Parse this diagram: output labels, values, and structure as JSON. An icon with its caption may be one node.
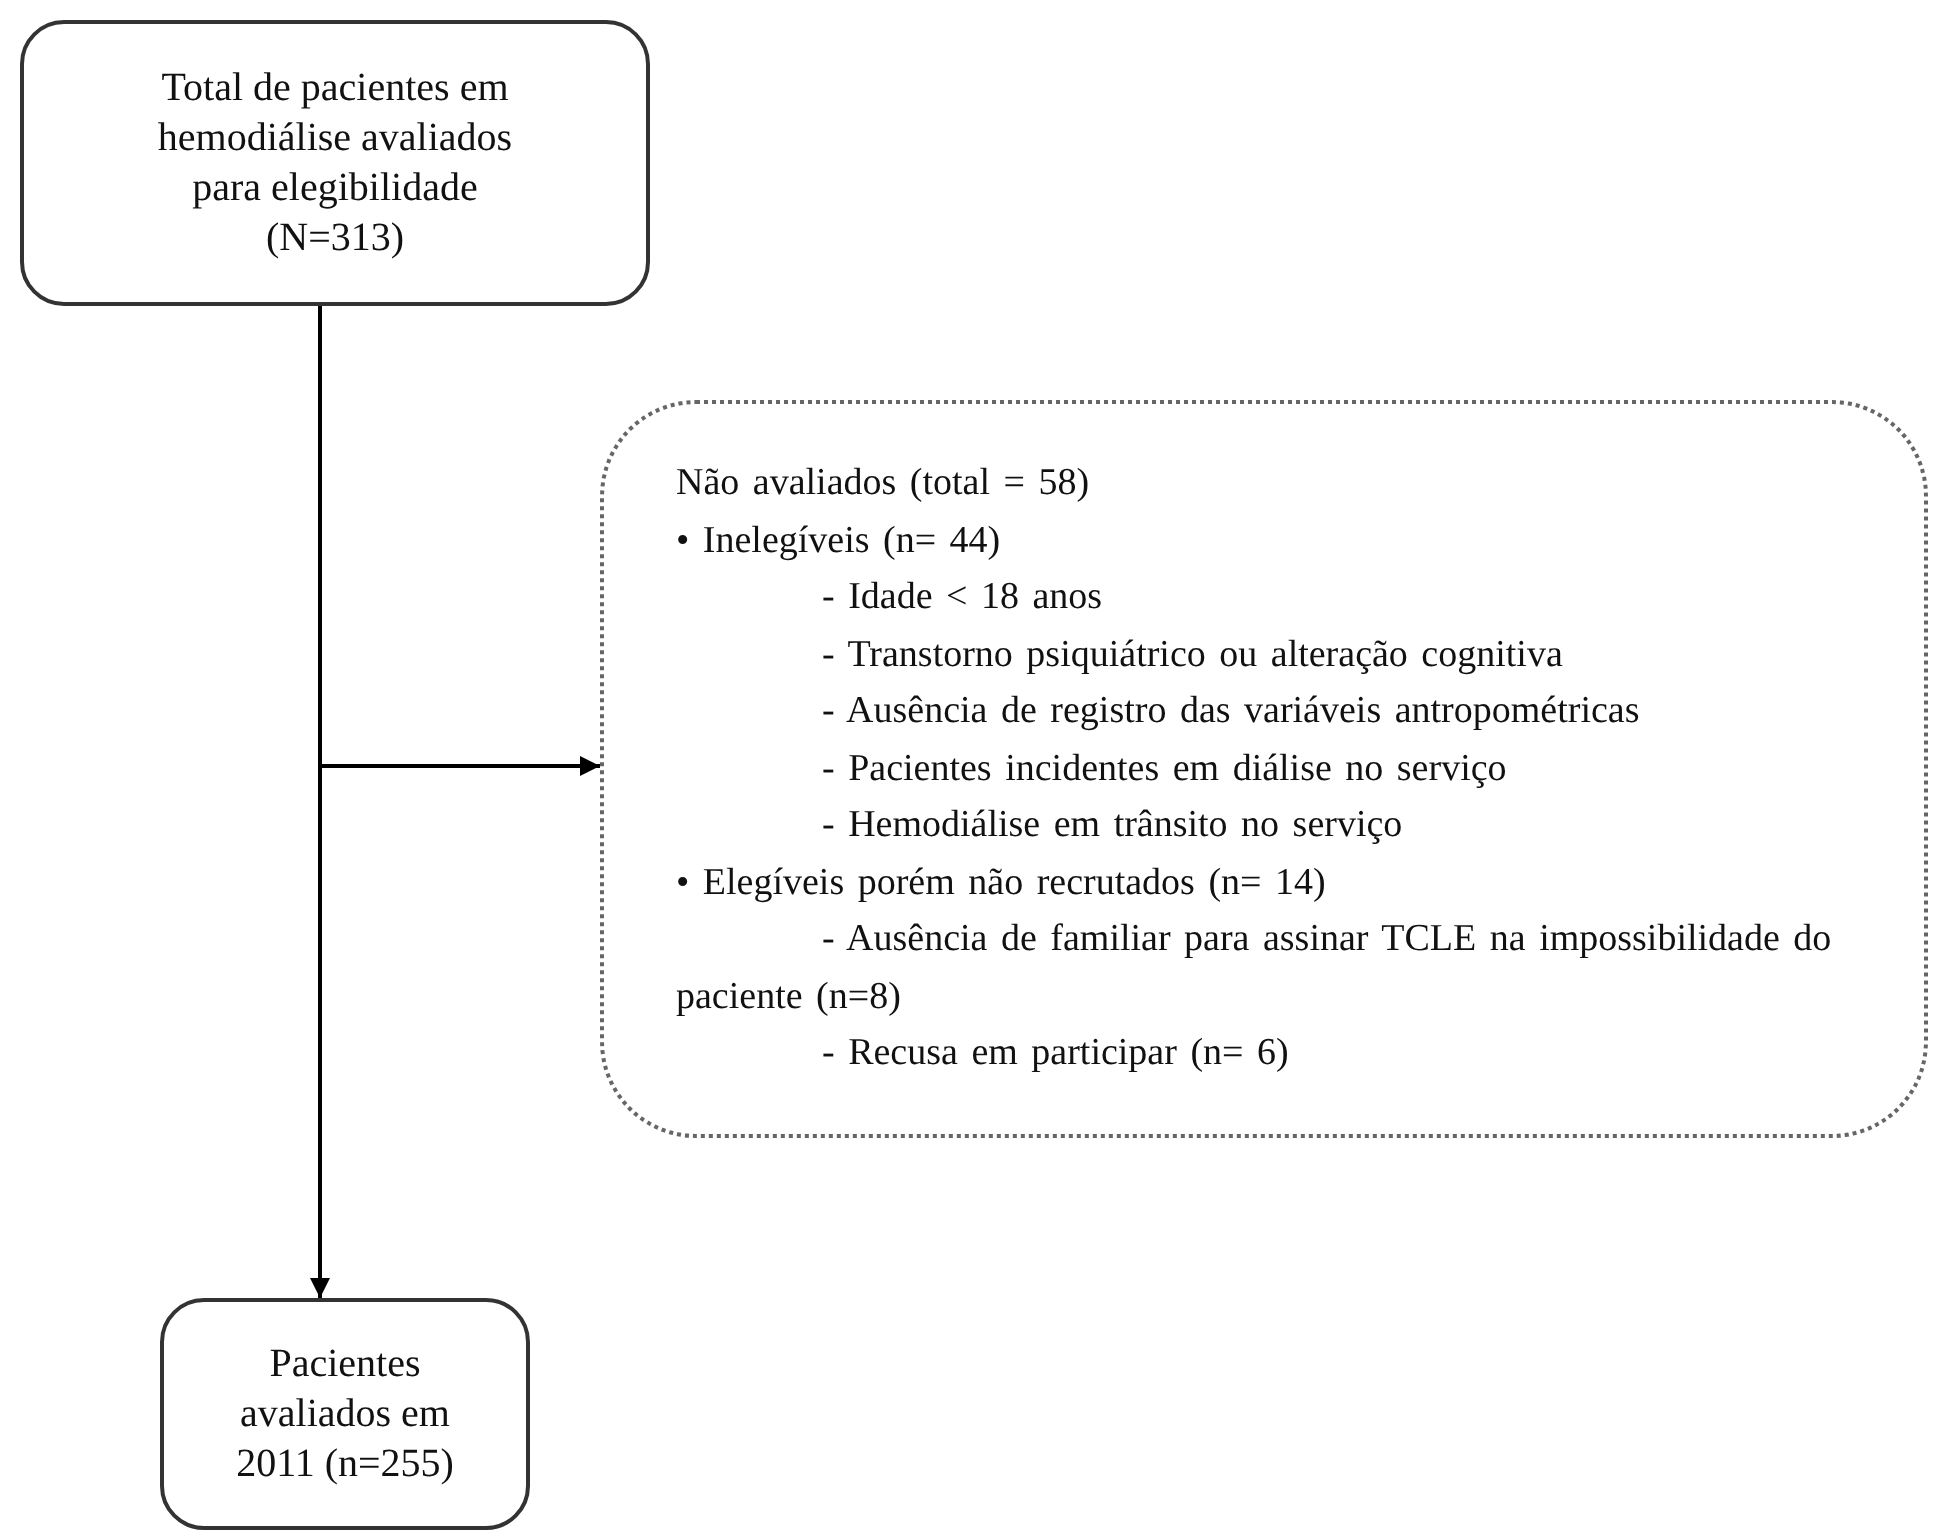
{
  "diagram": {
    "nodes": [
      {
        "text": [
          "Total de pacientes em hemodiálise avaliados para elegibilidade (N=313)"
        ]
      },
      {
        "text": [
          "Não avaliados (total = 58)",
          "• Inelegíveis (n= 44)",
          "- Idade < 18 anos",
          "- Transtorno psiquiátrico ou alteração cognitiva",
          "- Ausência de registro das variáveis antropométricas",
          "- Pacientes incidentes em diálise no serviço",
          "- Hemodiálise em trânsito no serviço",
          "• Elegíveis porém não recrutados (n= 14)",
          "- Ausência de familiar para assinar TCLE na impossibilidade do paciente (n=8)",
          "- Recusa em participar (n= 6)"
        ]
      },
      {
        "text": [
          "Pacientes avaliados em 2011 (n=255)"
        ]
      }
    ],
    "edges": [
      {
        "from": 0,
        "to": 2,
        "arrow": "to"
      },
      {
        "from": 0,
        "to": 1,
        "arrow": "to"
      }
    ]
  }
}
